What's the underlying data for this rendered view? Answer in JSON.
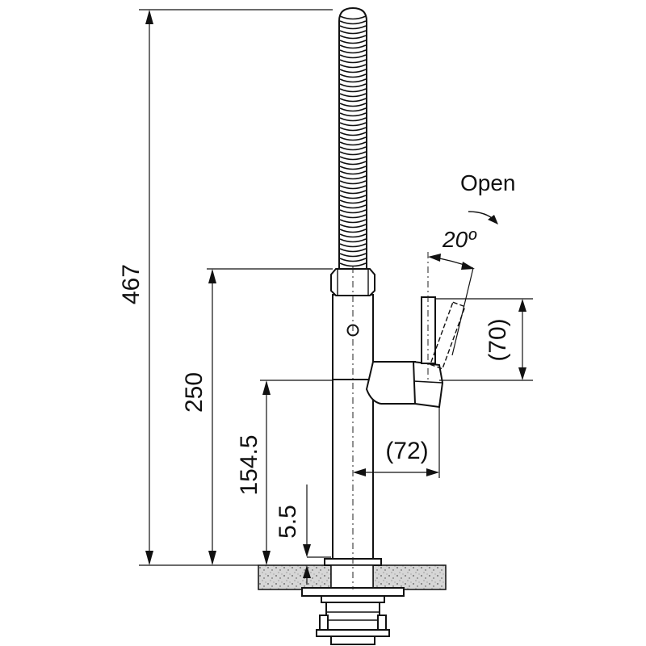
{
  "dimensions": {
    "total_height": "467",
    "body_height": "250",
    "handle_height": "154.5",
    "deck_gap": "5.5",
    "handle_rise": "(70)",
    "handle_reach": "(72)"
  },
  "handle": {
    "open_label": "Open",
    "angle_label": "20º"
  },
  "colors": {
    "line": "#111111",
    "countertop": "#d0d0d0",
    "background": "#ffffff"
  }
}
